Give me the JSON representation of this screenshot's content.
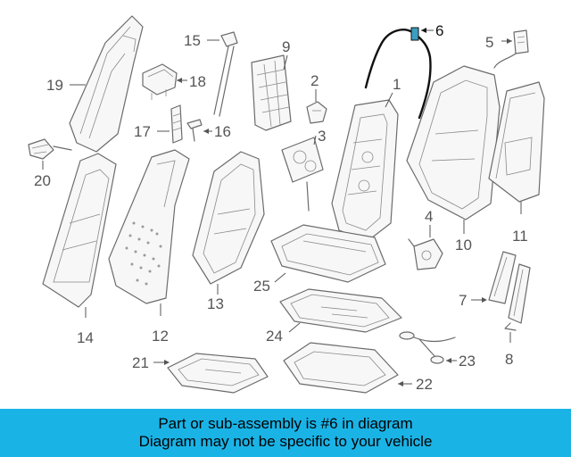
{
  "callouts": {
    "c1": "1",
    "c2": "2",
    "c3": "3",
    "c4": "4",
    "c5": "5",
    "c6": "6",
    "c7": "7",
    "c8": "8",
    "c9": "9",
    "c10": "10",
    "c11": "11",
    "c12": "12",
    "c13": "13",
    "c14": "14",
    "c15": "15",
    "c16": "16",
    "c17": "17",
    "c18": "18",
    "c19": "19",
    "c20": "20",
    "c21": "21",
    "c22": "22",
    "c23": "23",
    "c24": "24",
    "c25": "25"
  },
  "highlighted_part": "6",
  "colors": {
    "banner": "#1ab3e6",
    "highlight": "#3a9fc0",
    "line": "#6b6b6b"
  },
  "banner": {
    "line1": "Part or sub-assembly is #6 in diagram",
    "line2": "Diagram may not be specific to your vehicle"
  }
}
